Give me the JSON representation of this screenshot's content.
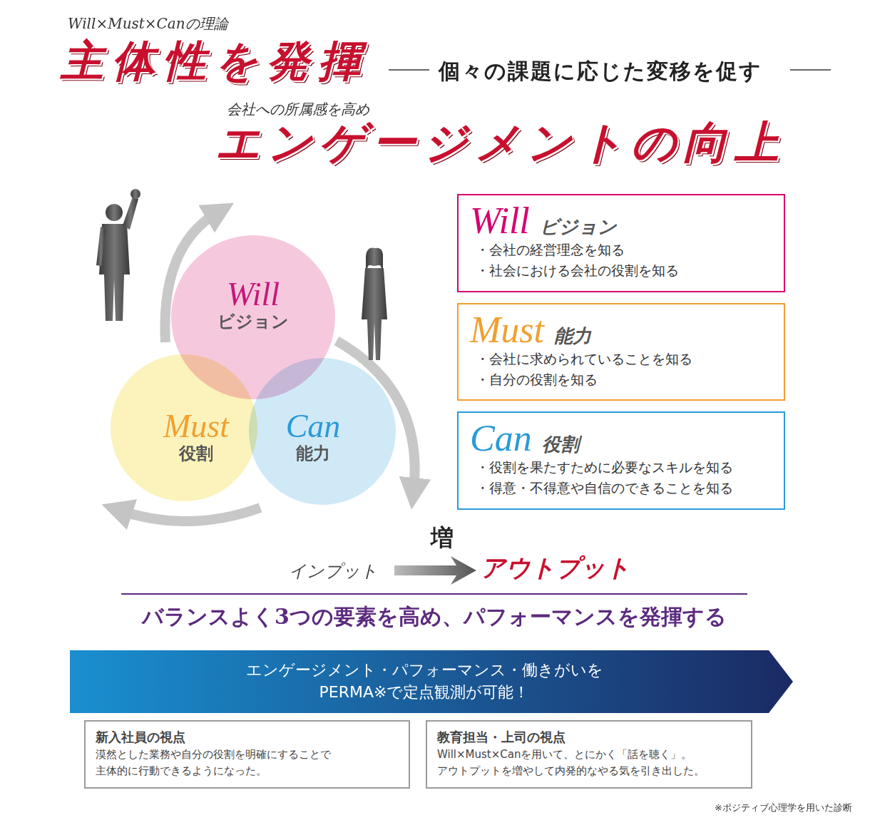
{
  "diagram": {
    "title": "主体性を発揮",
    "nodes": [
      {
        "text": [
          "Will",
          "ビジョン"
        ]
      },
      {
        "text": [
          "Must",
          "役割"
        ]
      },
      {
        "text": [
          "Can",
          "能力"
        ]
      },
      {
        "text": [
          "Will",
          "ビジョン",
          "・会社の経営理念を知る",
          "・社会における会社の役割を知る"
        ]
      },
      {
        "text": [
          "Must",
          "能力",
          "・会社に求められていることを知る",
          "・自分の役割を知る"
        ]
      },
      {
        "text": [
          "Can",
          "役割",
          "・役割を果たすために必要なスキルを知る",
          "・得意・不得意や自信のできることを知る"
        ]
      },
      {
        "text": [
          "エンゲージメント・パフォーマンス・働きがいを PERMA※で定点観測が可能！"
        ]
      },
      {
        "text": [
          "新入社員の視点",
          "漠然とした業務や自分の役割を明確にすることで 主体的に行動できるようになった。"
        ]
      },
      {
        "text": [
          "教育担当・上司の視点",
          "Will×Must×Canを用いて、とにかく「話を聴く」。 アウトプットを増やして内発的なやる気を引き出した。"
        ]
      }
    ],
    "labels": [
      "Will×Must×Canの理論",
      "個々の課題に応じた変移を促す",
      "会社への所属感を高め",
      "エンゲージメントの向上",
      "増",
      "インプット",
      "アウトプット",
      "バランスよく3つの要素を高め、パフォーマンスを発揮する",
      "※ポジティブ心理学を用いた診断"
    ]
  }
}
